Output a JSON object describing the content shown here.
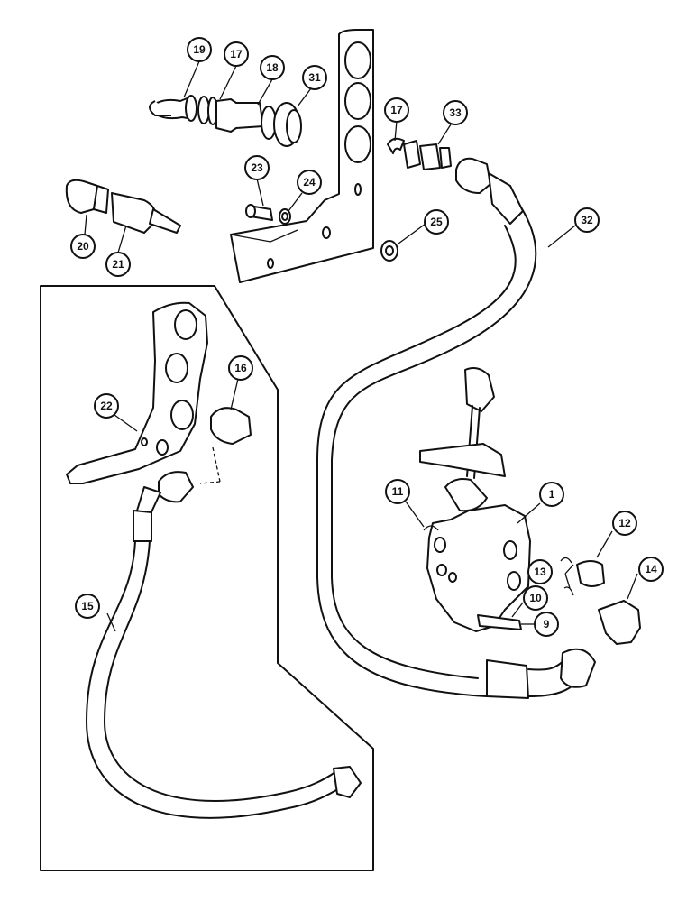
{
  "callouts": [
    {
      "id": "c19",
      "label": "19"
    },
    {
      "id": "c17a",
      "label": "17"
    },
    {
      "id": "c18",
      "label": "18"
    },
    {
      "id": "c31",
      "label": "31"
    },
    {
      "id": "c17b",
      "label": "17"
    },
    {
      "id": "c33",
      "label": "33"
    },
    {
      "id": "c23",
      "label": "23"
    },
    {
      "id": "c24",
      "label": "24"
    },
    {
      "id": "c25",
      "label": "25"
    },
    {
      "id": "c32",
      "label": "32"
    },
    {
      "id": "c20",
      "label": "20"
    },
    {
      "id": "c21",
      "label": "21"
    },
    {
      "id": "c16",
      "label": "16"
    },
    {
      "id": "c22",
      "label": "22"
    },
    {
      "id": "c11",
      "label": "11"
    },
    {
      "id": "c1",
      "label": "1"
    },
    {
      "id": "c12",
      "label": "12"
    },
    {
      "id": "c13",
      "label": "13"
    },
    {
      "id": "c14",
      "label": "14"
    },
    {
      "id": "c10",
      "label": "10"
    },
    {
      "id": "c9",
      "label": "9"
    },
    {
      "id": "c15",
      "label": "15"
    }
  ]
}
